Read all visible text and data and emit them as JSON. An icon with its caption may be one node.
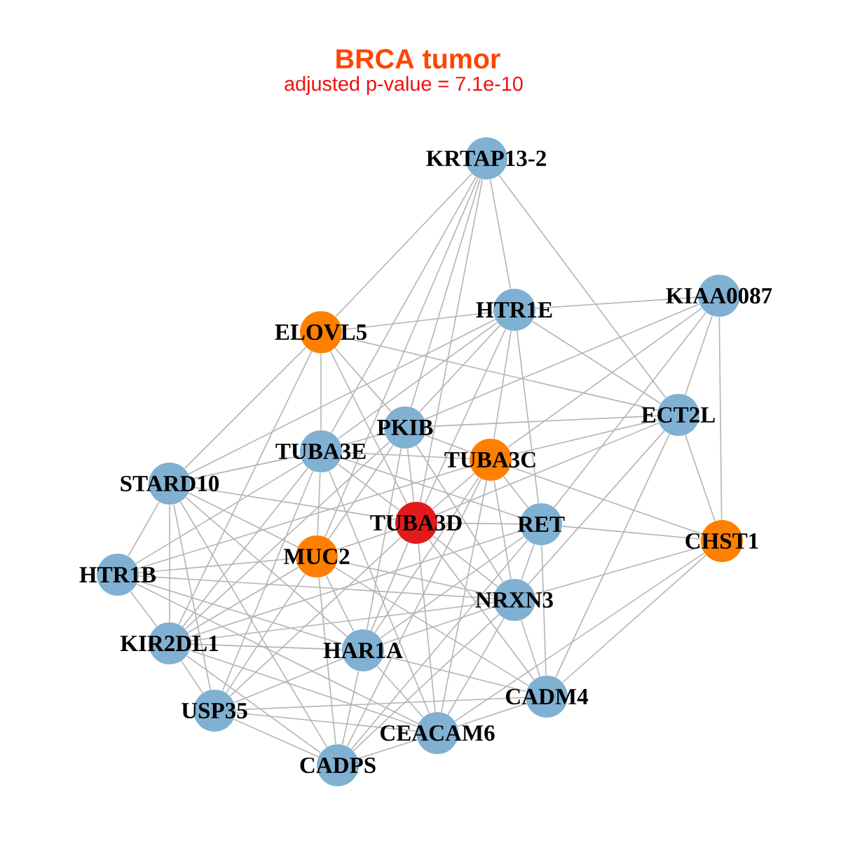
{
  "diagram": {
    "title": "BRCA tumor",
    "labels": [
      "adjusted p-value = 7.1e-10"
    ],
    "nodes": [
      {
        "text": [
          "KRTAP13-2"
        ]
      },
      {
        "text": [
          "KIAA0087"
        ]
      },
      {
        "text": [
          "HTR1E"
        ]
      },
      {
        "text": [
          "ELOVL5"
        ]
      },
      {
        "text": [
          "ECT2L"
        ]
      },
      {
        "text": [
          "PKIB"
        ]
      },
      {
        "text": [
          "TUBA3E"
        ]
      },
      {
        "text": [
          "TUBA3C"
        ]
      },
      {
        "text": [
          "STARD10"
        ]
      },
      {
        "text": [
          "TUBA3D"
        ]
      },
      {
        "text": [
          "RET"
        ]
      },
      {
        "text": [
          "CHST1"
        ]
      },
      {
        "text": [
          "MUC2"
        ]
      },
      {
        "text": [
          "HTR1B"
        ]
      },
      {
        "text": [
          "NRXN3"
        ]
      },
      {
        "text": [
          "KIR2DL1"
        ]
      },
      {
        "text": [
          "HAR1A"
        ]
      },
      {
        "text": [
          "USP35"
        ]
      },
      {
        "text": [
          "CADM4"
        ]
      },
      {
        "text": [
          "CEACAM6"
        ]
      },
      {
        "text": [
          "CADPS"
        ]
      }
    ],
    "edges": [
      {
        "from": 0,
        "to": 2,
        "arrow": "none"
      },
      {
        "from": 0,
        "to": 3,
        "arrow": "none"
      },
      {
        "from": 0,
        "to": 4,
        "arrow": "none"
      },
      {
        "from": 0,
        "to": 5,
        "arrow": "none"
      },
      {
        "from": 0,
        "to": 6,
        "arrow": "none"
      },
      {
        "from": 0,
        "to": 9,
        "arrow": "none"
      },
      {
        "from": 0,
        "to": 12,
        "arrow": "none"
      },
      {
        "from": 1,
        "to": 2,
        "arrow": "none"
      },
      {
        "from": 1,
        "to": 4,
        "arrow": "none"
      },
      {
        "from": 1,
        "to": 5,
        "arrow": "none"
      },
      {
        "from": 1,
        "to": 7,
        "arrow": "none"
      },
      {
        "from": 1,
        "to": 10,
        "arrow": "none"
      },
      {
        "from": 1,
        "to": 11,
        "arrow": "none"
      },
      {
        "from": 2,
        "to": 3,
        "arrow": "none"
      },
      {
        "from": 2,
        "to": 4,
        "arrow": "none"
      },
      {
        "from": 2,
        "to": 5,
        "arrow": "none"
      },
      {
        "from": 2,
        "to": 6,
        "arrow": "none"
      },
      {
        "from": 2,
        "to": 7,
        "arrow": "none"
      },
      {
        "from": 2,
        "to": 8,
        "arrow": "none"
      },
      {
        "from": 2,
        "to": 9,
        "arrow": "none"
      },
      {
        "from": 2,
        "to": 10,
        "arrow": "none"
      },
      {
        "from": 3,
        "to": 4,
        "arrow": "none"
      },
      {
        "from": 3,
        "to": 5,
        "arrow": "none"
      },
      {
        "from": 3,
        "to": 6,
        "arrow": "none"
      },
      {
        "from": 3,
        "to": 8,
        "arrow": "none"
      },
      {
        "from": 3,
        "to": 9,
        "arrow": "none"
      },
      {
        "from": 3,
        "to": 15,
        "arrow": "none"
      },
      {
        "from": 4,
        "to": 5,
        "arrow": "none"
      },
      {
        "from": 4,
        "to": 7,
        "arrow": "none"
      },
      {
        "from": 4,
        "to": 9,
        "arrow": "none"
      },
      {
        "from": 4,
        "to": 11,
        "arrow": "none"
      },
      {
        "from": 4,
        "to": 14,
        "arrow": "none"
      },
      {
        "from": 4,
        "to": 18,
        "arrow": "none"
      },
      {
        "from": 5,
        "to": 6,
        "arrow": "none"
      },
      {
        "from": 5,
        "to": 7,
        "arrow": "none"
      },
      {
        "from": 5,
        "to": 9,
        "arrow": "none"
      },
      {
        "from": 5,
        "to": 12,
        "arrow": "none"
      },
      {
        "from": 5,
        "to": 14,
        "arrow": "none"
      },
      {
        "from": 5,
        "to": 15,
        "arrow": "none"
      },
      {
        "from": 5,
        "to": 16,
        "arrow": "none"
      },
      {
        "from": 6,
        "to": 7,
        "arrow": "none"
      },
      {
        "from": 6,
        "to": 8,
        "arrow": "none"
      },
      {
        "from": 6,
        "to": 9,
        "arrow": "none"
      },
      {
        "from": 6,
        "to": 10,
        "arrow": "none"
      },
      {
        "from": 6,
        "to": 12,
        "arrow": "none"
      },
      {
        "from": 6,
        "to": 13,
        "arrow": "none"
      },
      {
        "from": 6,
        "to": 15,
        "arrow": "none"
      },
      {
        "from": 6,
        "to": 17,
        "arrow": "none"
      },
      {
        "from": 6,
        "to": 19,
        "arrow": "none"
      },
      {
        "from": 7,
        "to": 9,
        "arrow": "none"
      },
      {
        "from": 7,
        "to": 10,
        "arrow": "none"
      },
      {
        "from": 7,
        "to": 11,
        "arrow": "none"
      },
      {
        "from": 7,
        "to": 13,
        "arrow": "none"
      },
      {
        "from": 7,
        "to": 14,
        "arrow": "none"
      },
      {
        "from": 7,
        "to": 16,
        "arrow": "none"
      },
      {
        "from": 7,
        "to": 19,
        "arrow": "none"
      },
      {
        "from": 7,
        "to": 20,
        "arrow": "none"
      },
      {
        "from": 8,
        "to": 9,
        "arrow": "none"
      },
      {
        "from": 8,
        "to": 12,
        "arrow": "none"
      },
      {
        "from": 8,
        "to": 13,
        "arrow": "none"
      },
      {
        "from": 8,
        "to": 15,
        "arrow": "none"
      },
      {
        "from": 8,
        "to": 16,
        "arrow": "none"
      },
      {
        "from": 8,
        "to": 17,
        "arrow": "none"
      },
      {
        "from": 8,
        "to": 20,
        "arrow": "none"
      },
      {
        "from": 9,
        "to": 10,
        "arrow": "none"
      },
      {
        "from": 9,
        "to": 12,
        "arrow": "none"
      },
      {
        "from": 9,
        "to": 14,
        "arrow": "none"
      },
      {
        "from": 9,
        "to": 16,
        "arrow": "none"
      },
      {
        "from": 9,
        "to": 17,
        "arrow": "none"
      },
      {
        "from": 9,
        "to": 18,
        "arrow": "none"
      },
      {
        "from": 9,
        "to": 19,
        "arrow": "none"
      },
      {
        "from": 10,
        "to": 11,
        "arrow": "none"
      },
      {
        "from": 10,
        "to": 14,
        "arrow": "none"
      },
      {
        "from": 10,
        "to": 15,
        "arrow": "none"
      },
      {
        "from": 10,
        "to": 16,
        "arrow": "none"
      },
      {
        "from": 10,
        "to": 18,
        "arrow": "none"
      },
      {
        "from": 10,
        "to": 20,
        "arrow": "none"
      },
      {
        "from": 11,
        "to": 14,
        "arrow": "none"
      },
      {
        "from": 11,
        "to": 18,
        "arrow": "none"
      },
      {
        "from": 11,
        "to": 19,
        "arrow": "none"
      },
      {
        "from": 12,
        "to": 13,
        "arrow": "none"
      },
      {
        "from": 12,
        "to": 14,
        "arrow": "none"
      },
      {
        "from": 12,
        "to": 15,
        "arrow": "none"
      },
      {
        "from": 12,
        "to": 16,
        "arrow": "none"
      },
      {
        "from": 12,
        "to": 17,
        "arrow": "none"
      },
      {
        "from": 12,
        "to": 18,
        "arrow": "none"
      },
      {
        "from": 12,
        "to": 20,
        "arrow": "none"
      },
      {
        "from": 13,
        "to": 14,
        "arrow": "none"
      },
      {
        "from": 13,
        "to": 15,
        "arrow": "none"
      },
      {
        "from": 13,
        "to": 16,
        "arrow": "none"
      },
      {
        "from": 13,
        "to": 19,
        "arrow": "none"
      },
      {
        "from": 14,
        "to": 15,
        "arrow": "none"
      },
      {
        "from": 14,
        "to": 16,
        "arrow": "none"
      },
      {
        "from": 14,
        "to": 18,
        "arrow": "none"
      },
      {
        "from": 14,
        "to": 19,
        "arrow": "none"
      },
      {
        "from": 14,
        "to": 20,
        "arrow": "none"
      },
      {
        "from": 15,
        "to": 16,
        "arrow": "none"
      },
      {
        "from": 15,
        "to": 17,
        "arrow": "none"
      },
      {
        "from": 15,
        "to": 19,
        "arrow": "none"
      },
      {
        "from": 15,
        "to": 20,
        "arrow": "none"
      },
      {
        "from": 16,
        "to": 17,
        "arrow": "none"
      },
      {
        "from": 16,
        "to": 18,
        "arrow": "none"
      },
      {
        "from": 16,
        "to": 19,
        "arrow": "none"
      },
      {
        "from": 16,
        "to": 20,
        "arrow": "none"
      },
      {
        "from": 17,
        "to": 18,
        "arrow": "none"
      },
      {
        "from": 17,
        "to": 19,
        "arrow": "none"
      },
      {
        "from": 17,
        "to": 20,
        "arrow": "none"
      },
      {
        "from": 18,
        "to": 19,
        "arrow": "none"
      },
      {
        "from": 19,
        "to": 20,
        "arrow": "none"
      }
    ]
  }
}
